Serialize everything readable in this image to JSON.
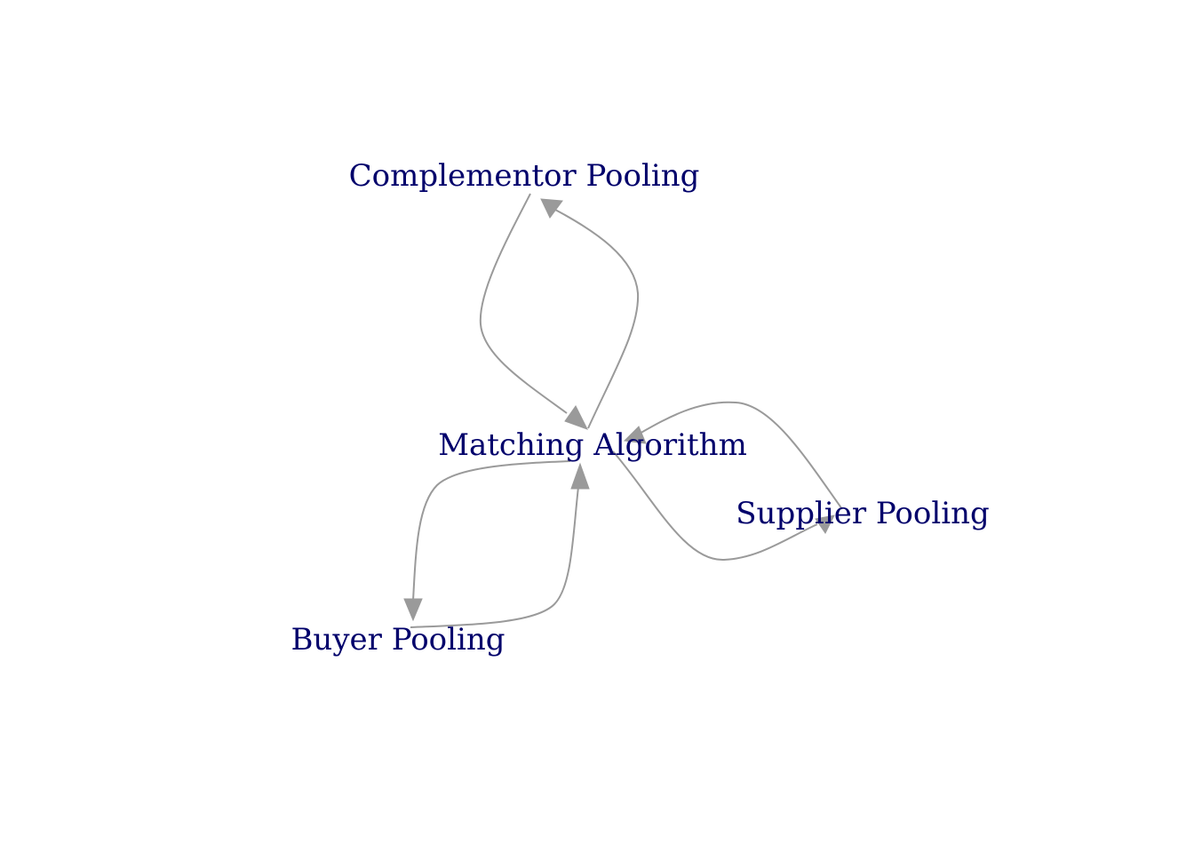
{
  "nodes": [
    {
      "id": "matching",
      "label": "Matching Algorithm"
    },
    {
      "id": "complementor",
      "label": "Complementor Pooling"
    },
    {
      "id": "supplier",
      "label": "Supplier Pooling"
    },
    {
      "id": "buyer",
      "label": "Buyer Pooling"
    }
  ],
  "edges": [
    {
      "from": "matching",
      "to": "complementor"
    },
    {
      "from": "complementor",
      "to": "matching"
    },
    {
      "from": "matching",
      "to": "supplier"
    },
    {
      "from": "supplier",
      "to": "matching"
    },
    {
      "from": "matching",
      "to": "buyer"
    },
    {
      "from": "buyer",
      "to": "matching"
    }
  ],
  "colors": {
    "edge": "#9a9a9a",
    "label": "#00006b",
    "background": "#ffffff"
  }
}
